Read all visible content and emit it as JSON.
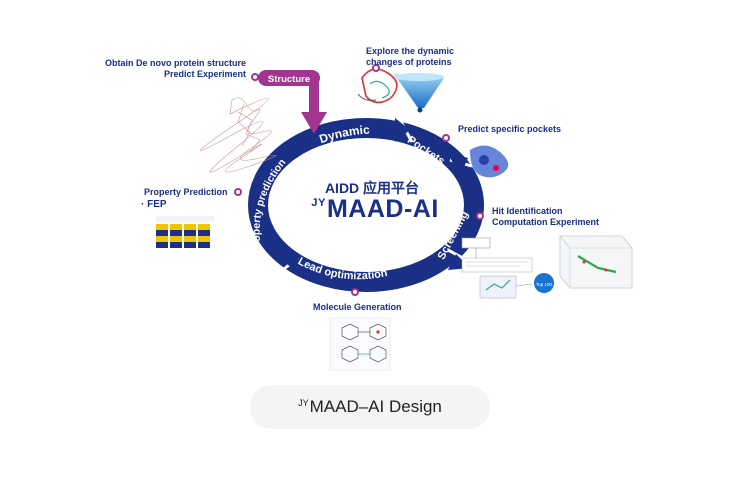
{
  "center": {
    "title": "AIDD 应用平台",
    "brand_sup": "JY",
    "brand": "MAAD-AI"
  },
  "cycle": {
    "structure_tag": "Structure",
    "segments": [
      "Dynamic",
      "Pockets",
      "Screening",
      "Lead optimization",
      "Property prediction"
    ]
  },
  "annotations": {
    "structure_line1": "Obtain De novo protein structure",
    "structure_line2": "Predict Experiment",
    "dynamic_line1": "Explore the dynamic",
    "dynamic_line2": "changes of proteins",
    "pockets": "Predict specific pockets",
    "hit_line1": "Hit Identification",
    "hit_line2": "Computation   Experiment",
    "molecule": "Molecule Generation",
    "property": "Property Prediction",
    "fep": "· FEP"
  },
  "caption": {
    "sup": "JY",
    "text": "MAAD–AI Design"
  },
  "colors": {
    "ring": "#1a2f86",
    "accent": "#a2358f",
    "text": "#1a2f86"
  }
}
